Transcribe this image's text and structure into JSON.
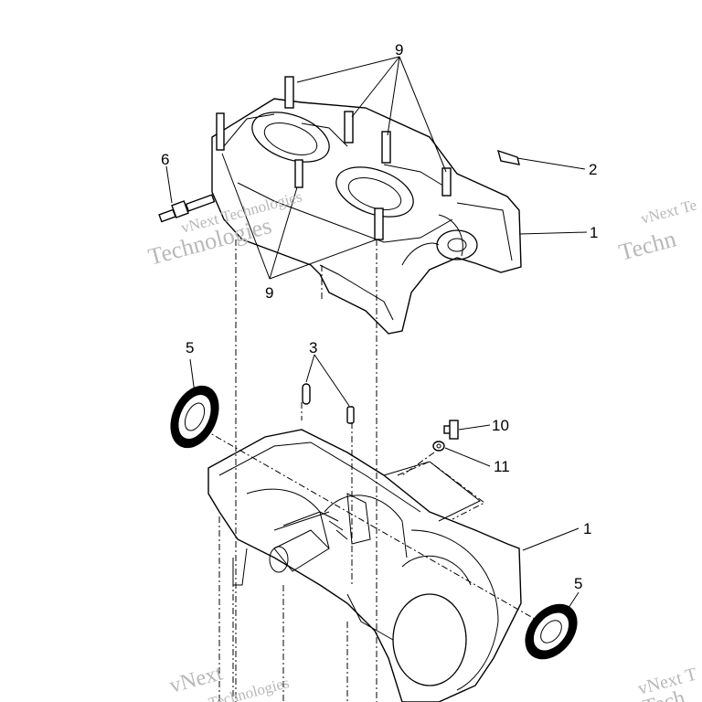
{
  "callouts": {
    "c9_top": "9",
    "c2": "2",
    "c6": "6",
    "c1_upper": "1",
    "c9_bottom": "9",
    "c5_left": "5",
    "c3": "3",
    "c10": "10",
    "c11": "11",
    "c1_lower": "1",
    "c5_right": "5"
  },
  "watermarks": {
    "w1a": "vNext Technologies",
    "w1b": "Technologies",
    "w2a": "vNext Te",
    "w2b": "Techn",
    "w3a": "vNext",
    "w3b": "Technologies",
    "w4a": "vNext T",
    "w4b": "Tech"
  }
}
